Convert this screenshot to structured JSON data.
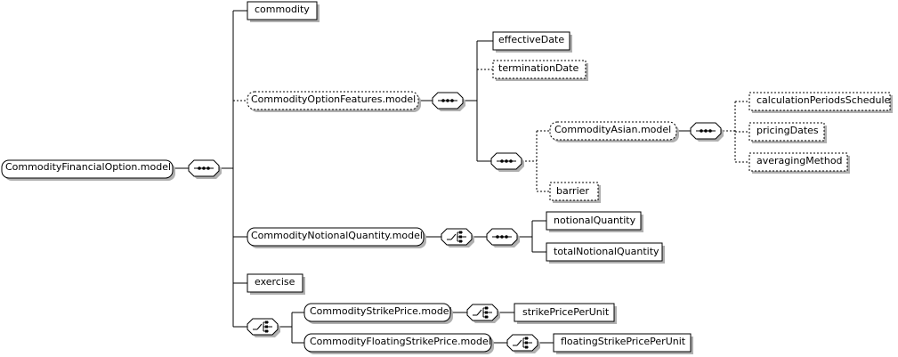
{
  "diagram": {
    "root": "CommodityFinancialOption.model",
    "elements": {
      "commodity": "commodity",
      "option_features_group": "CommodityOptionFeatures.model",
      "effective_date": "effectiveDate",
      "termination_date": "terminationDate",
      "asian_group": "CommodityAsian.model",
      "calculation_periods_schedule": "calculationPeriodsSchedule",
      "pricing_dates": "pricingDates",
      "averaging_method": "averagingMethod",
      "barrier": "barrier",
      "notional_quantity_group": "CommodityNotionalQuantity.model",
      "notional_quantity": "notionalQuantity",
      "total_notional_quantity": "totalNotionalQuantity",
      "exercise": "exercise",
      "strike_price_group": "CommodityStrikePrice.model",
      "strike_price_per_unit": "strikePricePerUnit",
      "floating_strike_price_group": "CommodityFloatingStrikePrice.model",
      "floating_strike_price_per_unit": "floatingStrikePricePerUnit"
    },
    "colors": {
      "stroke": "#000000",
      "fill": "#ffffff",
      "shadow": "#b0b0b0"
    }
  }
}
